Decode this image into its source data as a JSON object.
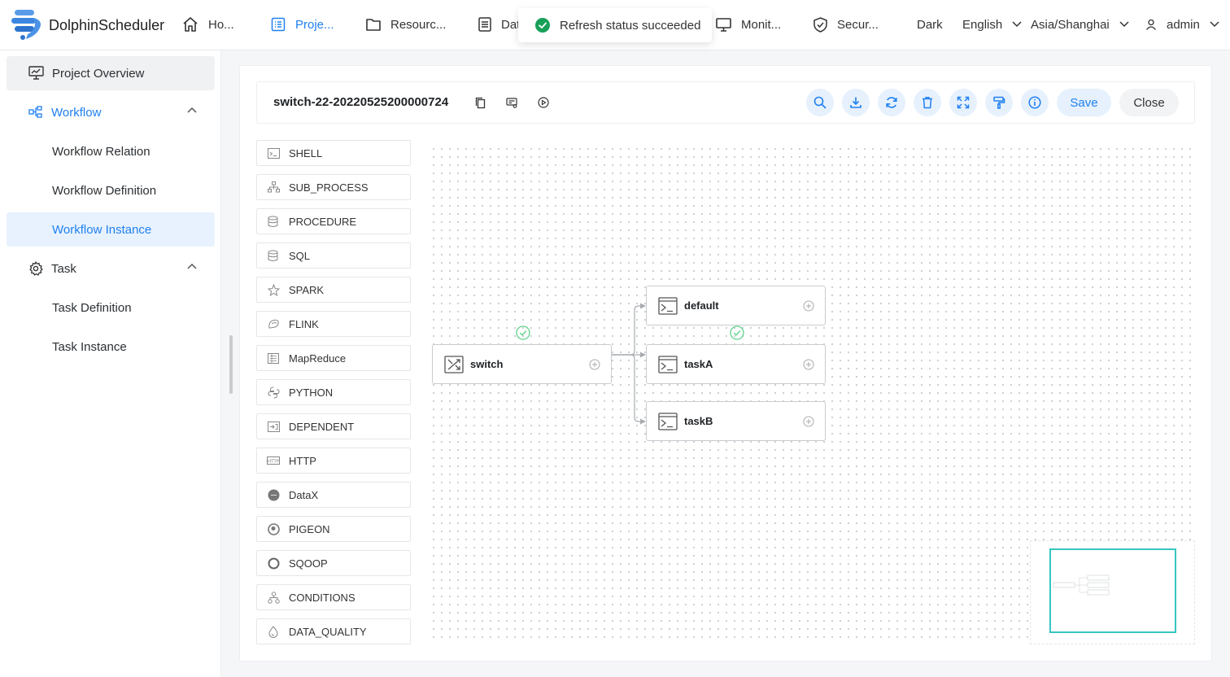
{
  "app": {
    "name": "DolphinScheduler"
  },
  "nav": {
    "items": [
      {
        "label": "Ho...",
        "icon": "home-icon"
      },
      {
        "label": "Proje...",
        "icon": "project-icon",
        "active": true
      },
      {
        "label": "Resourc...",
        "icon": "folder-icon"
      },
      {
        "label": "Dat",
        "icon": "datasource-icon"
      },
      {
        "label": "Monit...",
        "icon": "monitor-icon"
      },
      {
        "label": "Secur...",
        "icon": "shield-icon"
      }
    ],
    "theme": "Dark",
    "language": "English",
    "timezone": "Asia/Shanghai",
    "user": "admin"
  },
  "toast": {
    "message": "Refresh status succeeded"
  },
  "sidebar": {
    "project_overview": "Project Overview",
    "workflow": "Workflow",
    "workflow_relation": "Workflow Relation",
    "workflow_definition": "Workflow Definition",
    "workflow_instance": "Workflow Instance",
    "task": "Task",
    "task_definition": "Task Definition",
    "task_instance": "Task Instance"
  },
  "toolbar": {
    "workflow_name": "switch-22-20220525200000724",
    "save_label": "Save",
    "close_label": "Close"
  },
  "task_types": [
    "SHELL",
    "SUB_PROCESS",
    "PROCEDURE",
    "SQL",
    "SPARK",
    "FLINK",
    "MapReduce",
    "PYTHON",
    "DEPENDENT",
    "HTTP",
    "DataX",
    "PIGEON",
    "SQOOP",
    "CONDITIONS",
    "DATA_QUALITY"
  ],
  "dag": {
    "nodes": [
      {
        "name": "switch",
        "type": "switch",
        "status": "success"
      },
      {
        "name": "default",
        "type": "shell",
        "status": ""
      },
      {
        "name": "taskA",
        "type": "shell",
        "status": "success"
      },
      {
        "name": "taskB",
        "type": "shell",
        "status": ""
      }
    ]
  },
  "colors": {
    "primary": "#2080f0",
    "success": "#18a058",
    "minimap_border": "#36c6c2"
  }
}
